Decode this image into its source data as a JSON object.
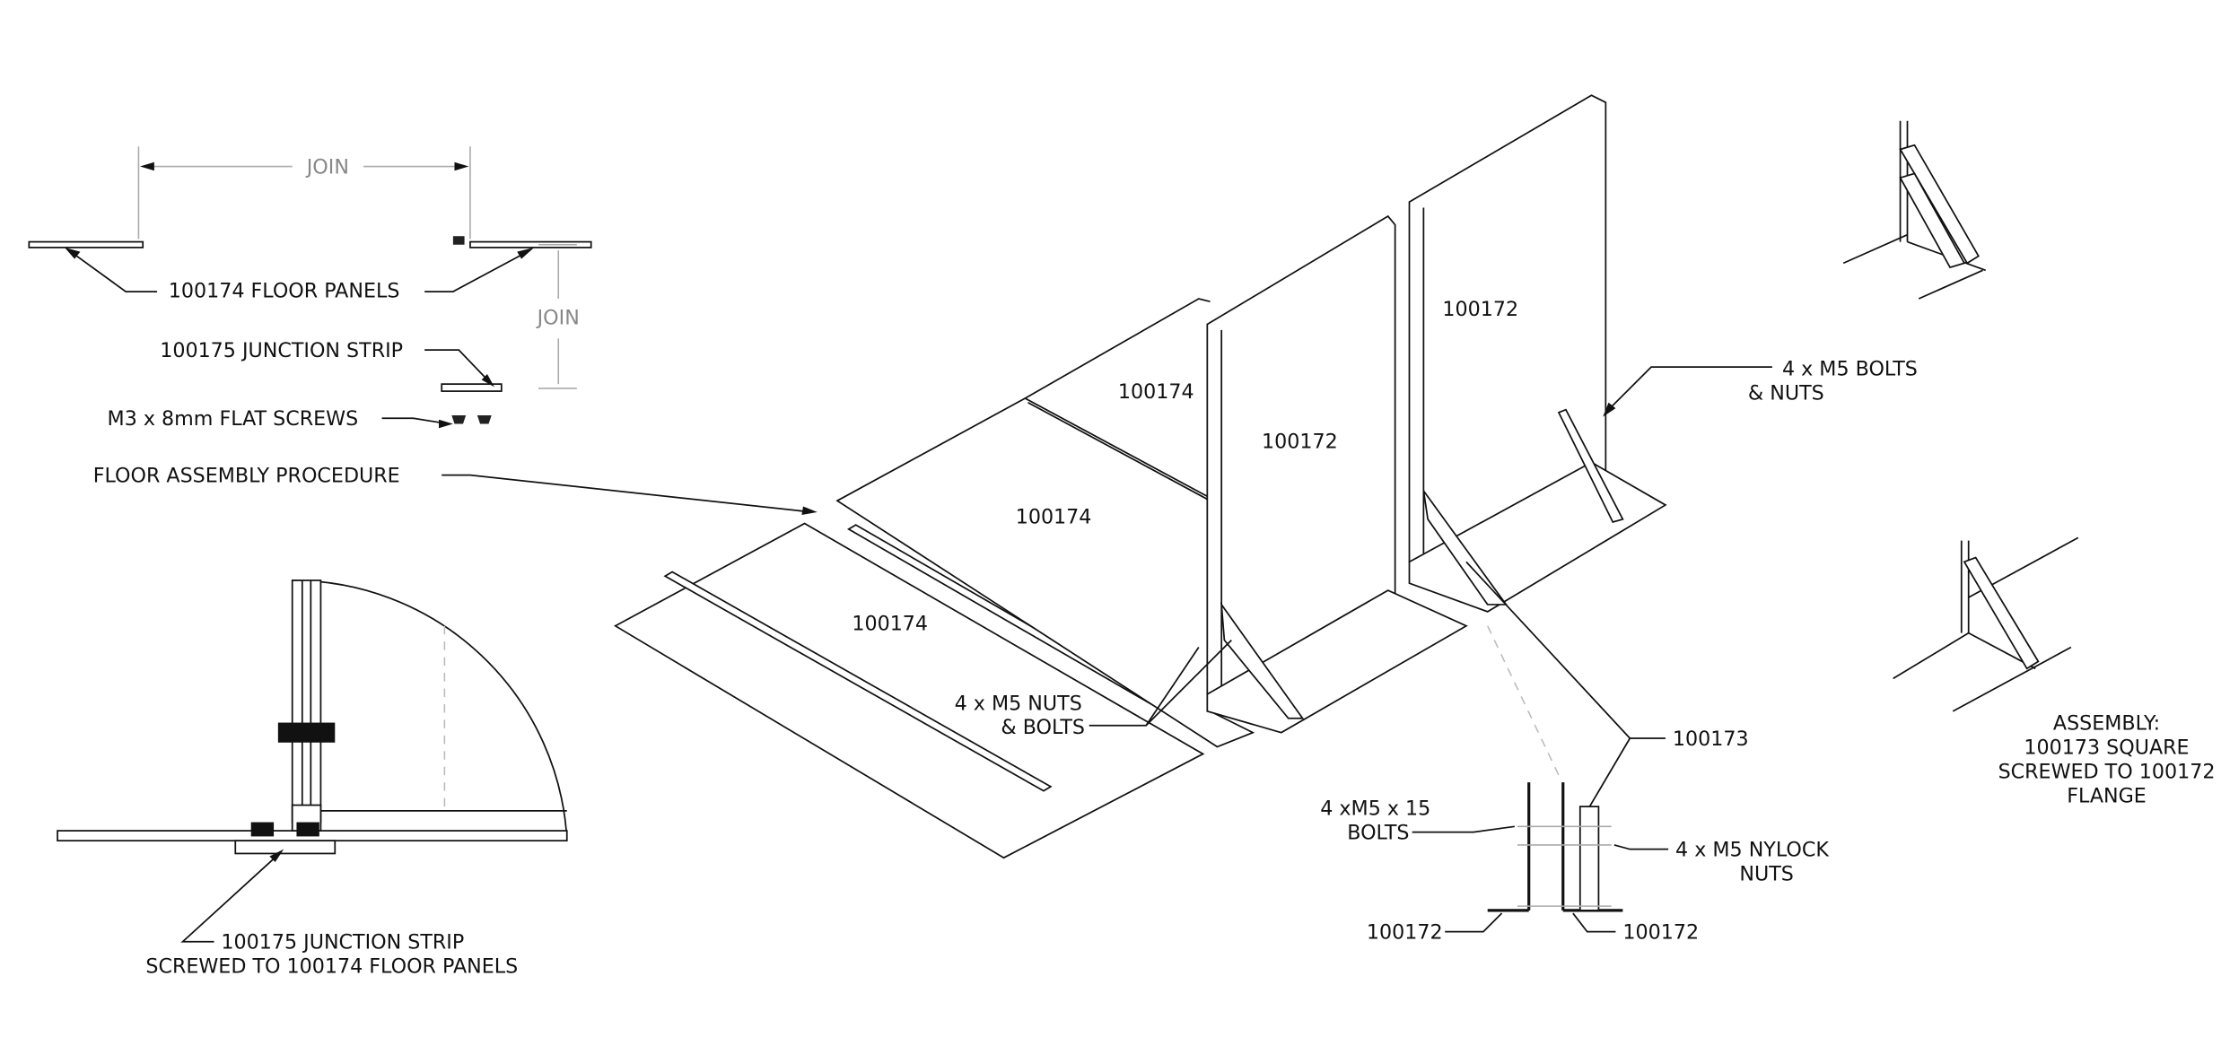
{
  "labels": {
    "join_horizontal": "JOIN",
    "join_vertical": "JOIN",
    "floor_panels": "100174 FLOOR PANELS",
    "junction_strip": "100175 JUNCTION STRIP",
    "flat_screws": "M3 x 8mm FLAT SCREWS",
    "floor_assembly": "FLOOR ASSEMBLY PROCEDURE",
    "panel_100174_a": "100174",
    "panel_100174_b": "100174",
    "panel_100174_c": "100174",
    "panel_100172_a": "100172",
    "panel_100172_b": "100172",
    "bolts_nuts_line1": "4 x M5 BOLTS",
    "bolts_nuts_line2": "& NUTS",
    "nuts_bolts_line1": "4 x M5 NUTS",
    "nuts_bolts_line2": "& BOLTS",
    "part_100173": "100173",
    "m5_bolts_line1": "4 xM5 x 15",
    "m5_bolts_line2": "BOLTS",
    "nylock_line1": "4 x M5 NYLOCK",
    "nylock_line2": "NUTS",
    "detail_100172_left": "100172",
    "detail_100172_right": "100172",
    "assembly_line1": "ASSEMBLY:",
    "assembly_line2": "100173 SQUARE",
    "assembly_line3": "SCREWED TO 100172",
    "assembly_line4": "FLANGE",
    "junction_detail_line1": "100175 JUNCTION STRIP",
    "junction_detail_line2": "SCREWED TO 100174 FLOOR PANELS"
  }
}
